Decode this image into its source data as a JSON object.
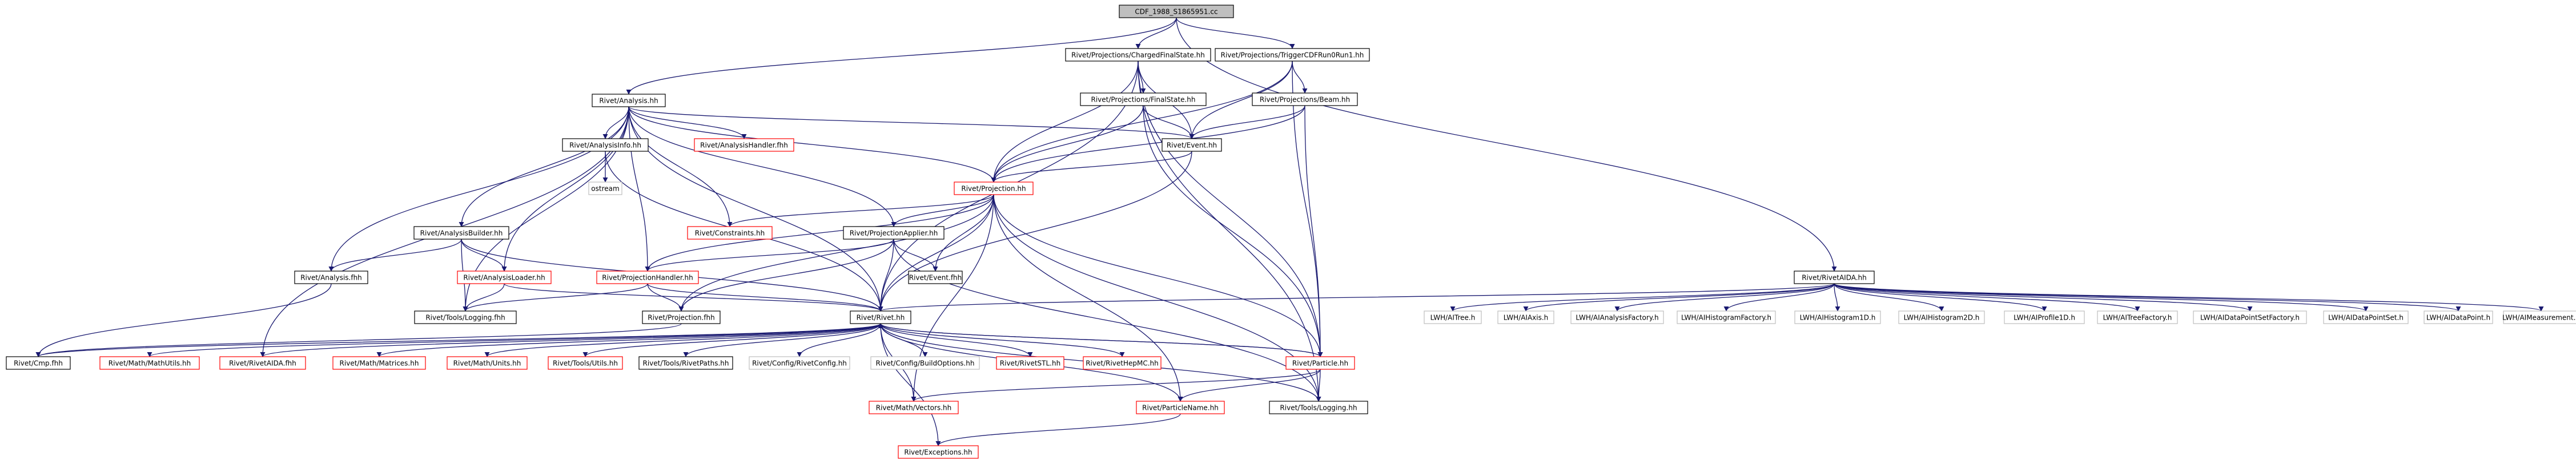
{
  "diagram": {
    "title": "",
    "nodes": [
      {
        "id": "root",
        "label": "CDF_1988_S1865951.cc",
        "style": "root"
      },
      {
        "id": "trig",
        "label": "Rivet/Projections/TriggerCDFRun0Run1.hh",
        "style": "black"
      },
      {
        "id": "cfs",
        "label": "Rivet/Projections/ChargedFinalState.hh",
        "style": "black"
      },
      {
        "id": "beam",
        "label": "Rivet/Projections/Beam.hh",
        "style": "black"
      },
      {
        "id": "fs",
        "label": "Rivet/Projections/FinalState.hh",
        "style": "black"
      },
      {
        "id": "ana",
        "label": "Rivet/Analysis.hh",
        "style": "black"
      },
      {
        "id": "aio",
        "label": "Rivet/AnalysisInfo.hh",
        "style": "black"
      },
      {
        "id": "ahf",
        "label": "Rivet/AnalysisHandler.fhh",
        "style": "red"
      },
      {
        "id": "ostream",
        "label": "ostream",
        "style": "gray"
      },
      {
        "id": "evt",
        "label": "Rivet/Event.hh",
        "style": "black"
      },
      {
        "id": "proj",
        "label": "Rivet/Projection.hh",
        "style": "red"
      },
      {
        "id": "cons",
        "label": "Rivet/Constraints.hh",
        "style": "red"
      },
      {
        "id": "ab",
        "label": "Rivet/AnalysisBuilder.hh",
        "style": "black"
      },
      {
        "id": "pa",
        "label": "Rivet/ProjectionApplier.hh",
        "style": "black"
      },
      {
        "id": "afhh",
        "label": "Rivet/Analysis.fhh",
        "style": "black"
      },
      {
        "id": "al",
        "label": "Rivet/AnalysisLoader.hh",
        "style": "red"
      },
      {
        "id": "ph",
        "label": "Rivet/ProjectionHandler.hh",
        "style": "red"
      },
      {
        "id": "evtf",
        "label": "Rivet/Event.fhh",
        "style": "black"
      },
      {
        "id": "tlf",
        "label": "Rivet/Tools/Logging.fhh",
        "style": "black"
      },
      {
        "id": "projf",
        "label": "Rivet/Projection.fhh",
        "style": "black"
      },
      {
        "id": "rivet",
        "label": "Rivet/Rivet.hh",
        "style": "black"
      },
      {
        "id": "aida",
        "label": "Rivet/RivetAIDA.hh",
        "style": "black"
      },
      {
        "id": "cmp",
        "label": "Rivet/Cmp.fhh",
        "style": "black"
      },
      {
        "id": "mmu",
        "label": "Rivet/Math/MathUtils.hh",
        "style": "red"
      },
      {
        "id": "raf",
        "label": "Rivet/RivetAIDA.fhh",
        "style": "red"
      },
      {
        "id": "mm",
        "label": "Rivet/Math/Matrices.hh",
        "style": "red"
      },
      {
        "id": "mu",
        "label": "Rivet/Math/Units.hh",
        "style": "red"
      },
      {
        "id": "tu",
        "label": "Rivet/Tools/Utils.hh",
        "style": "red"
      },
      {
        "id": "trp",
        "label": "Rivet/Tools/RivetPaths.hh",
        "style": "black"
      },
      {
        "id": "rc",
        "label": "Rivet/Config/RivetConfig.hh",
        "style": "gray"
      },
      {
        "id": "bo",
        "label": "Rivet/Config/BuildOptions.hh",
        "style": "gray"
      },
      {
        "id": "stl",
        "label": "Rivet/RivetSTL.hh",
        "style": "red"
      },
      {
        "id": "hepmc",
        "label": "Rivet/RivetHepMC.hh",
        "style": "red"
      },
      {
        "id": "part",
        "label": "Rivet/Particle.hh",
        "style": "red"
      },
      {
        "id": "mv",
        "label": "Rivet/Math/Vectors.hh",
        "style": "red"
      },
      {
        "id": "pn",
        "label": "Rivet/ParticleName.hh",
        "style": "red"
      },
      {
        "id": "tl",
        "label": "Rivet/Tools/Logging.hh",
        "style": "black"
      },
      {
        "id": "exc",
        "label": "Rivet/Exceptions.hh",
        "style": "red"
      },
      {
        "id": "itree",
        "label": "LWH/AITree.h",
        "style": "gray"
      },
      {
        "id": "iaxis",
        "label": "LWH/AIAxis.h",
        "style": "gray"
      },
      {
        "id": "iaf",
        "label": "LWH/AIAnalysisFactory.h",
        "style": "gray"
      },
      {
        "id": "ihf",
        "label": "LWH/AIHistogramFactory.h",
        "style": "gray"
      },
      {
        "id": "ih1",
        "label": "LWH/AIHistogram1D.h",
        "style": "gray"
      },
      {
        "id": "ih2",
        "label": "LWH/AIHistogram2D.h",
        "style": "gray"
      },
      {
        "id": "ip1",
        "label": "LWH/AIProfile1D.h",
        "style": "gray"
      },
      {
        "id": "itf",
        "label": "LWH/AITreeFactory.h",
        "style": "gray"
      },
      {
        "id": "idpsf",
        "label": "LWH/AIDataPointSetFactory.h",
        "style": "gray"
      },
      {
        "id": "idps",
        "label": "LWH/AIDataPointSet.h",
        "style": "gray"
      },
      {
        "id": "idp",
        "label": "LWH/AIDataPoint.h",
        "style": "gray"
      },
      {
        "id": "imeas",
        "label": "LWH/AIMeasurement.h",
        "style": "gray"
      }
    ]
  }
}
